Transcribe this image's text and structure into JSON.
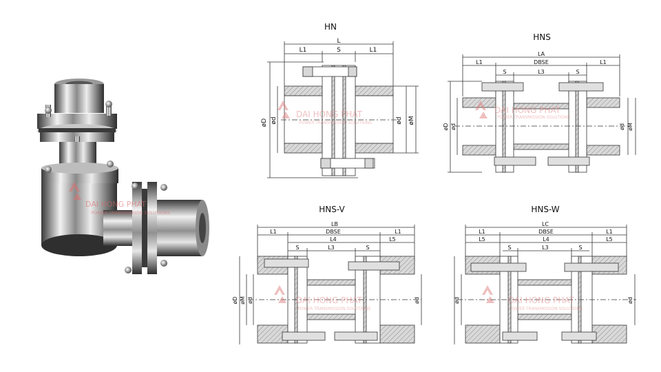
{
  "photo": {
    "watermark_brand": "DAI HONG PHAT",
    "watermark_tagline": "POWER TRANSMISSION SOLUTIONS"
  },
  "watermark": {
    "brand": "DAI HONG PHAT",
    "tagline": "POWER TRANSMISSION SOLUTIONS",
    "color": "#e8a0a0"
  },
  "diagrams": {
    "hn": {
      "title": "HN",
      "dims": {
        "L": "L",
        "L1a": "L1",
        "S": "S",
        "L1b": "L1"
      },
      "side": {
        "oD": "øD",
        "od": "ød",
        "od2": "ød",
        "oM": "øM"
      }
    },
    "hns": {
      "title": "HNS",
      "dims": {
        "LA": "LA",
        "L1a": "L1",
        "DBSE": "DBSE",
        "L1b": "L1",
        "Sa": "S",
        "L3": "L3",
        "Sb": "S"
      },
      "side": {
        "oD": "øD",
        "od": "ød",
        "od2": "ød",
        "oM": "øM"
      }
    },
    "hnsv": {
      "title": "HNS-V",
      "dims": {
        "LB": "LB",
        "L1a": "L1",
        "DBSE": "DBSE",
        "L1b": "L1",
        "L4": "L4",
        "L5": "L5",
        "Sa": "S",
        "L3": "L3",
        "Sb": "S"
      },
      "side": {
        "oD": "øD",
        "oM": "øM",
        "od": "ød",
        "od2": "ød"
      }
    },
    "hnsw": {
      "title": "HNS-W",
      "dims": {
        "LC": "LC",
        "L1a": "L1",
        "DBSE": "DBSE",
        "L1b": "L1",
        "L5a": "L5",
        "L4": "L4",
        "L5b": "L5",
        "Sa": "S",
        "L3": "L3",
        "Sb": "S"
      },
      "side": {
        "od": "ød",
        "od2": "ød"
      }
    }
  },
  "colors": {
    "line": "#333333",
    "hatch": "#777777",
    "metal_dark": "#4a4a4a",
    "metal_light": "#e6e6e6"
  }
}
